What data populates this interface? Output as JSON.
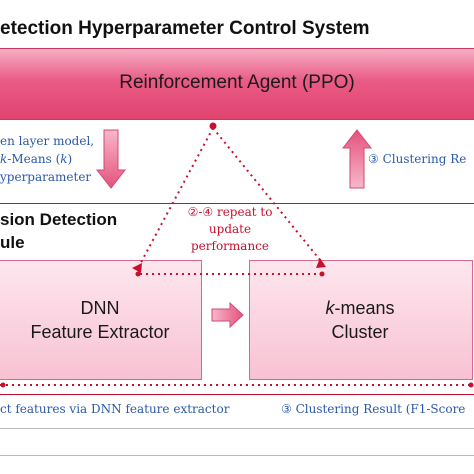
{
  "system": {
    "title": "etection Hyperparameter Control System"
  },
  "agent": {
    "label": "Reinforcement Agent (PPO)"
  },
  "left_note": {
    "line1": "en layer model,",
    "line2": "k-Means (k)",
    "line3": "yperparameter"
  },
  "right_note": "③ Clustering Re",
  "loop_note": {
    "line1": "②-④ repeat to",
    "line2": "update",
    "line3": "performance"
  },
  "module": {
    "title_line1": "sion Detection",
    "title_line2": "ule"
  },
  "dnn_box": {
    "line1": "DNN",
    "line2": "Feature Extractor"
  },
  "kmeans_box": {
    "line1": "k-means",
    "line2": "Cluster"
  },
  "bottom_left_note": "ct features via DNN feature extractor",
  "bottom_right_note": "③ Clustering Result (F1-Score",
  "colors": {
    "agent_bar": "#e0446f",
    "module_border": "#c8102e",
    "box_fill": "#f8c2d3",
    "annotation_blue": "#2b5aa8",
    "annotation_red": "#c8102e"
  }
}
